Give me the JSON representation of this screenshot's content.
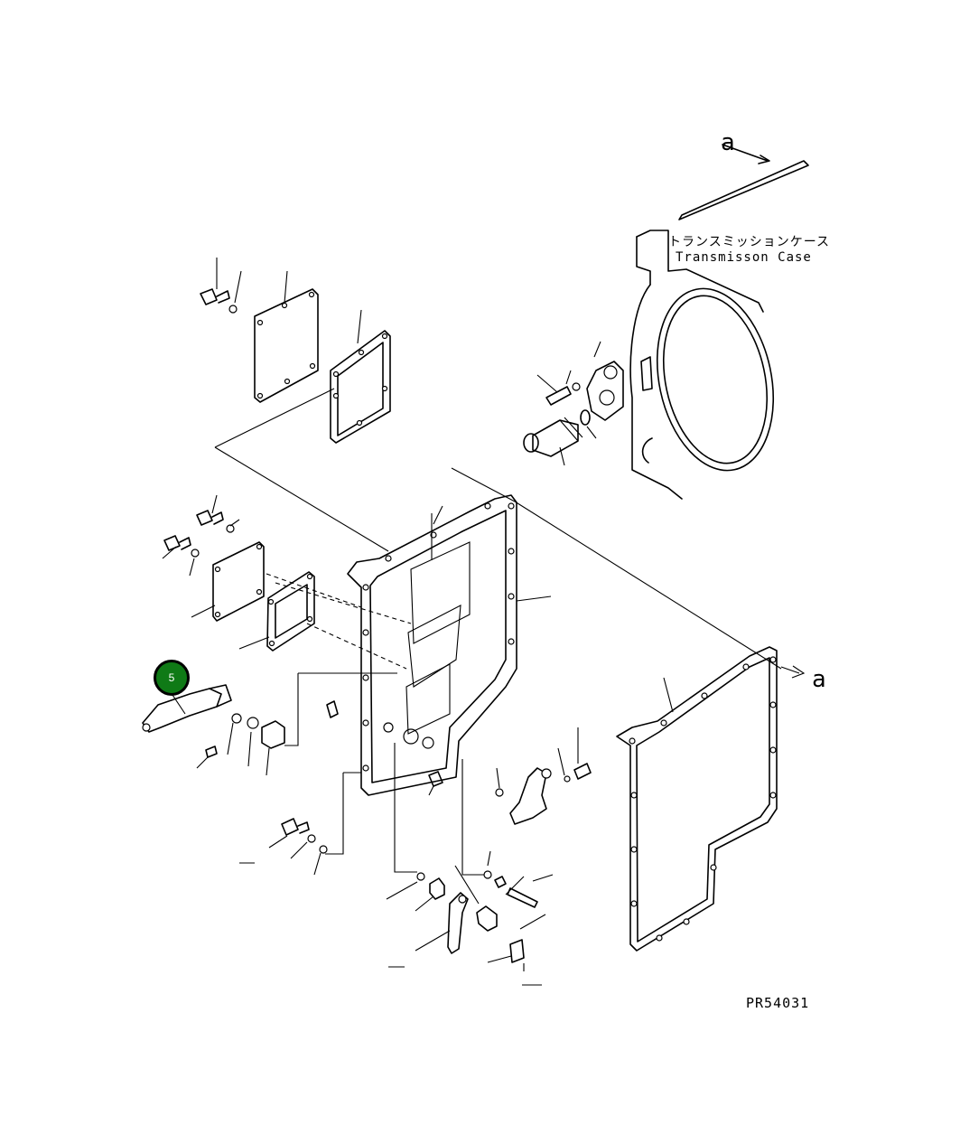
{
  "labels": {
    "transmission_case_jp": "トランスミッションケース",
    "transmission_case_en": "Transmisson Case",
    "connector_top": "a",
    "connector_right": "a",
    "drawing_code": "PR54031"
  },
  "callout": {
    "number": "5",
    "color": "#0f7a16"
  }
}
